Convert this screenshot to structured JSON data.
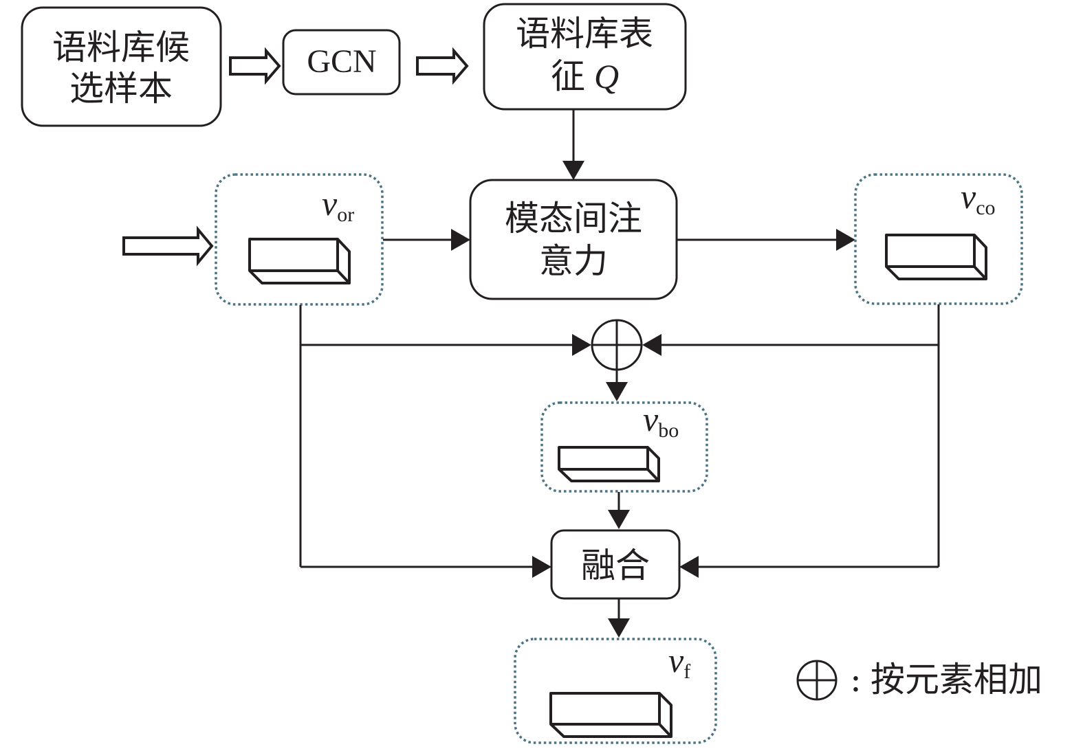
{
  "diagram": {
    "nodes": {
      "corpus_candidates": {
        "line1": "语料库候",
        "line2": "选样本"
      },
      "gcn": {
        "label": "GCN"
      },
      "corpus_repr": {
        "line1": "语料库表",
        "line2_text": "征",
        "line2_var": "Q"
      },
      "inter_modal_attention": {
        "line1": "模态间注",
        "line2": "意力"
      },
      "fusion": {
        "label": "融合"
      }
    },
    "vectors": {
      "v_or": {
        "symbol": "v",
        "subscript": "or"
      },
      "v_co": {
        "symbol": "v",
        "subscript": "co"
      },
      "v_bo": {
        "symbol": "v",
        "subscript": "bo"
      },
      "v_f": {
        "symbol": "v",
        "subscript": "f"
      }
    },
    "operators": {
      "element_add": {
        "symbol": "⊕",
        "meaning": "按元素相加"
      }
    },
    "legend": {
      "separator": ":",
      "text": "按元素相加"
    },
    "edges": [
      {
        "from": "corpus_candidates",
        "to": "gcn",
        "style": "hollow-arrow"
      },
      {
        "from": "gcn",
        "to": "corpus_repr",
        "style": "hollow-arrow"
      },
      {
        "from": "input",
        "to": "v_or",
        "style": "hollow-arrow"
      },
      {
        "from": "corpus_repr",
        "to": "inter_modal_attention",
        "style": "solid-arrow"
      },
      {
        "from": "v_or",
        "to": "inter_modal_attention",
        "style": "solid-arrow"
      },
      {
        "from": "inter_modal_attention",
        "to": "v_co",
        "style": "solid-arrow"
      },
      {
        "from": "v_or",
        "to": "element_add",
        "style": "solid-arrow"
      },
      {
        "from": "v_co",
        "to": "element_add",
        "style": "solid-arrow"
      },
      {
        "from": "element_add",
        "to": "v_bo",
        "style": "solid-arrow"
      },
      {
        "from": "v_bo",
        "to": "fusion",
        "style": "solid-arrow"
      },
      {
        "from": "v_or",
        "to": "fusion",
        "style": "solid-arrow"
      },
      {
        "from": "v_co",
        "to": "fusion",
        "style": "solid-arrow"
      },
      {
        "from": "fusion",
        "to": "v_f",
        "style": "solid-arrow"
      }
    ],
    "colors": {
      "stroke": "#231f20",
      "dotted_border": "#4a7384",
      "background": "#ffffff"
    }
  }
}
